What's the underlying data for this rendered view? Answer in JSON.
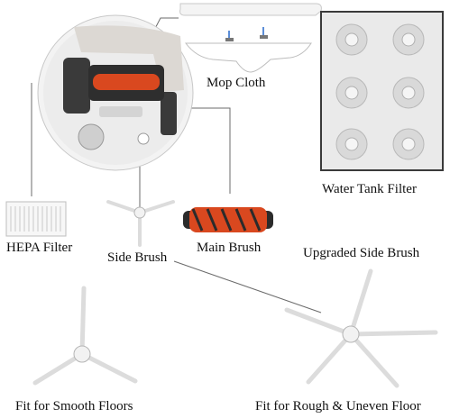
{
  "labels": {
    "mop_cloth": "Mop Cloth",
    "water_tank_filter": "Water Tank Filter",
    "hepa_filter": "HEPA Filter",
    "side_brush": "Side Brush",
    "main_brush": "Main Brush",
    "upgraded_side_brush": "Upgraded Side Brush",
    "smooth_floors": "Fit for Smooth Floors",
    "rough_floor": "Fit for Rough & Uneven Floor"
  },
  "colors": {
    "main_brush_bristles": "#d9481f",
    "connector_lines": "#6b6b6b"
  },
  "icons": [
    "robot-vacuum-icon",
    "mop-tray-icon",
    "mop-cloth-icon",
    "water-tank-filter-icon",
    "hepa-filter-icon",
    "side-brush-icon",
    "main-brush-icon",
    "upgraded-side-brush-icon"
  ]
}
